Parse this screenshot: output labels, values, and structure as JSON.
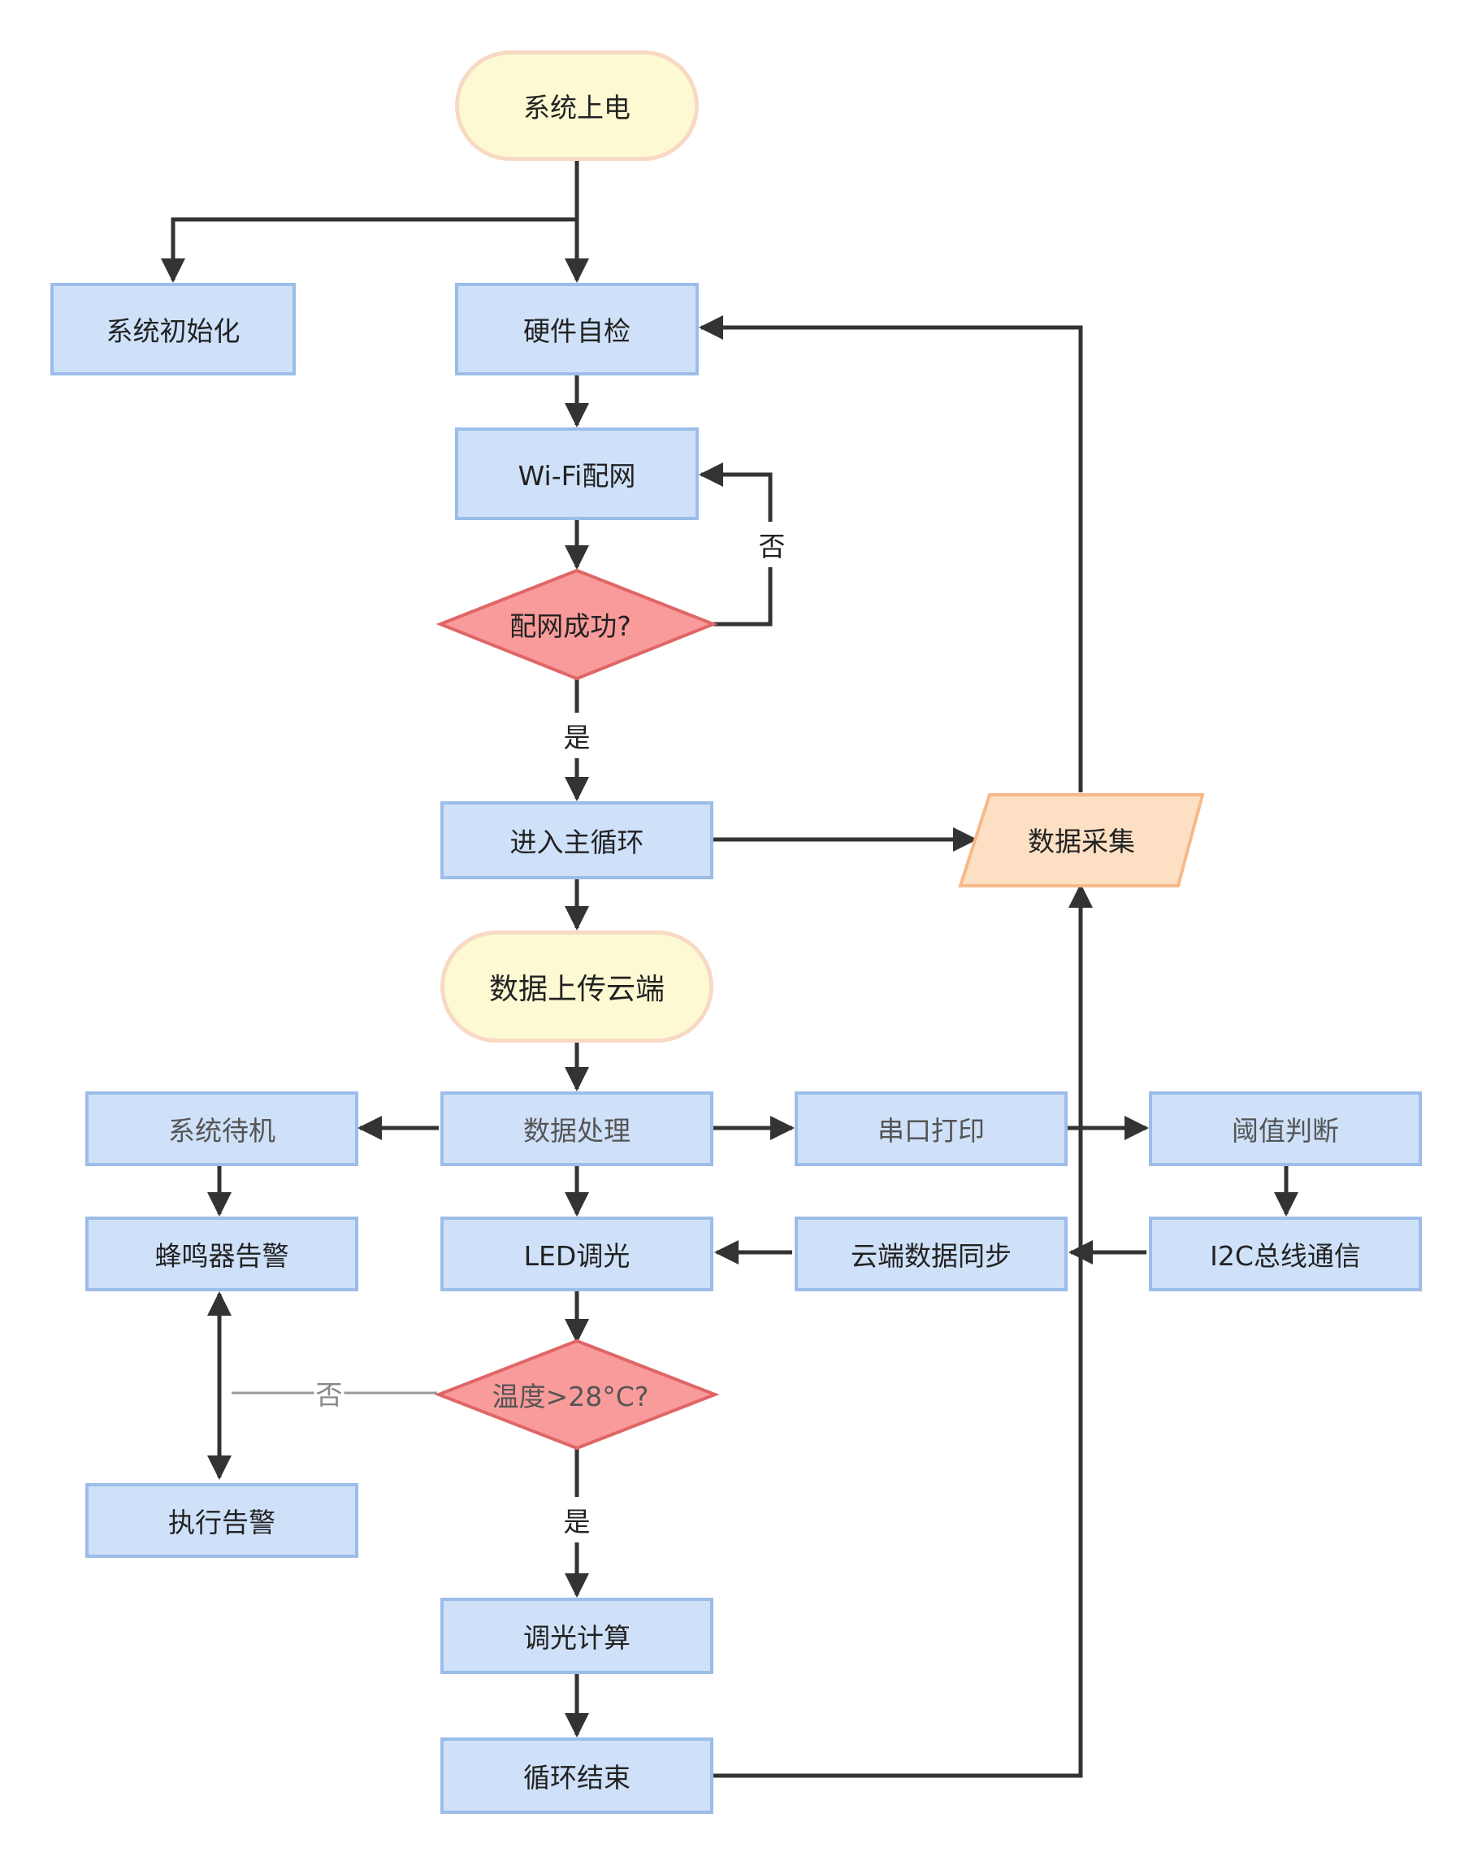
{
  "nodes": {
    "power_on": "系统上电",
    "sys_init": "系统初始化",
    "hw_check": "硬件自检",
    "wifi": "Wi-Fi配网",
    "wifi_ok": "配网成功?",
    "main_loop": "进入主循环",
    "data_collect": "数据采集",
    "upload": "数据上传云端",
    "standby": "系统待机",
    "process": "数据处理",
    "serial": "串口打印",
    "threshold": "阈值判断",
    "buzzer": "蜂鸣器告警",
    "led": "LED调光",
    "cloud_sync": "云端数据同步",
    "i2c": "I2C总线通信",
    "temp": "温度>28°C?",
    "alarm": "执行告警",
    "dim_calc": "调光计算",
    "loop_end": "循环结束"
  },
  "edge_labels": {
    "wifi_no": "否",
    "wifi_yes": "是",
    "temp_no": "否",
    "temp_yes": "是"
  },
  "colors": {
    "process_fill": "#cfe1f9",
    "process_border": "#9cbde9",
    "terminal_fill": "#fdf9d3",
    "terminal_border": "#f8d9c4",
    "decision_fill": "#f99b9b",
    "decision_border": "#e06666",
    "io_fill": "#fde0c4",
    "io_border": "#f6b98a",
    "line": "#333333"
  }
}
